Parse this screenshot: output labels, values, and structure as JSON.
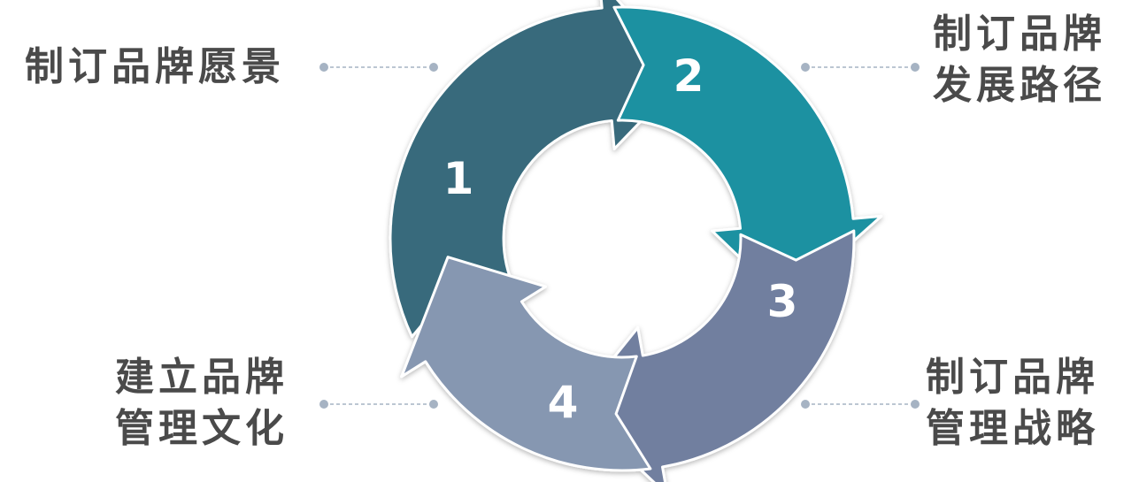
{
  "steps": [
    {
      "number": "1",
      "label_lines": [
        "制订品牌愿景"
      ],
      "color": "#376b7c"
    },
    {
      "number": "2",
      "label_lines": [
        "制订品牌",
        "发展路径"
      ],
      "color": "#1e91a1"
    },
    {
      "number": "3",
      "label_lines": [
        "制订品牌",
        "管理战略"
      ],
      "color": "#717f9f"
    },
    {
      "number": "4",
      "label_lines": [
        "建立品牌",
        "管理文化"
      ],
      "color": "#8697b1"
    }
  ],
  "connector_color": "#a6b3c3",
  "text_color": "#4a4a4a"
}
